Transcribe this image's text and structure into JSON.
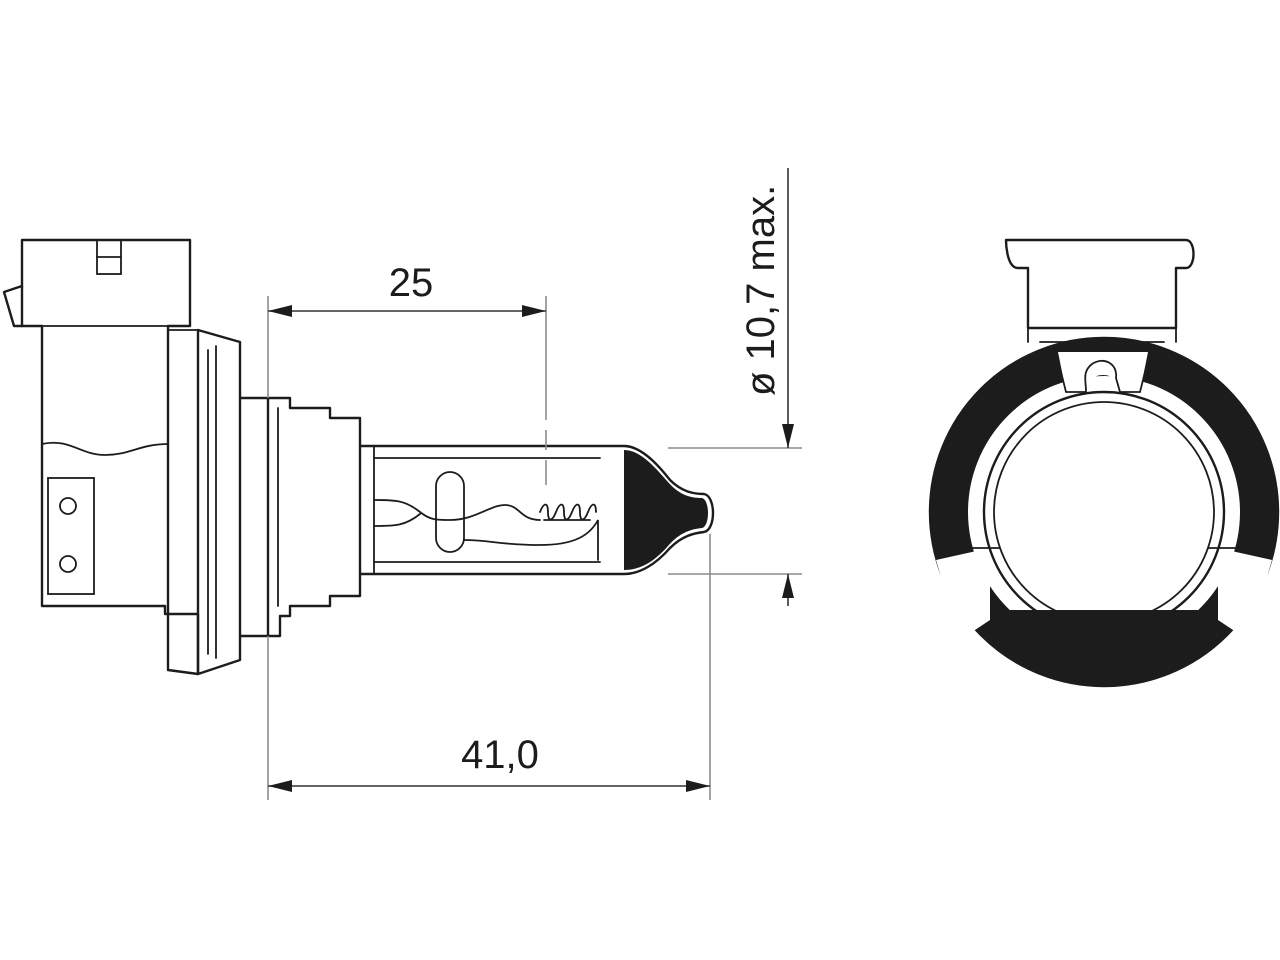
{
  "dimensions": {
    "length_between_marks": "25",
    "overall_length": "41,0",
    "max_diameter": "ø 10,7 max."
  },
  "colors": {
    "line": "#1c1c1c",
    "background": "#ffffff"
  }
}
